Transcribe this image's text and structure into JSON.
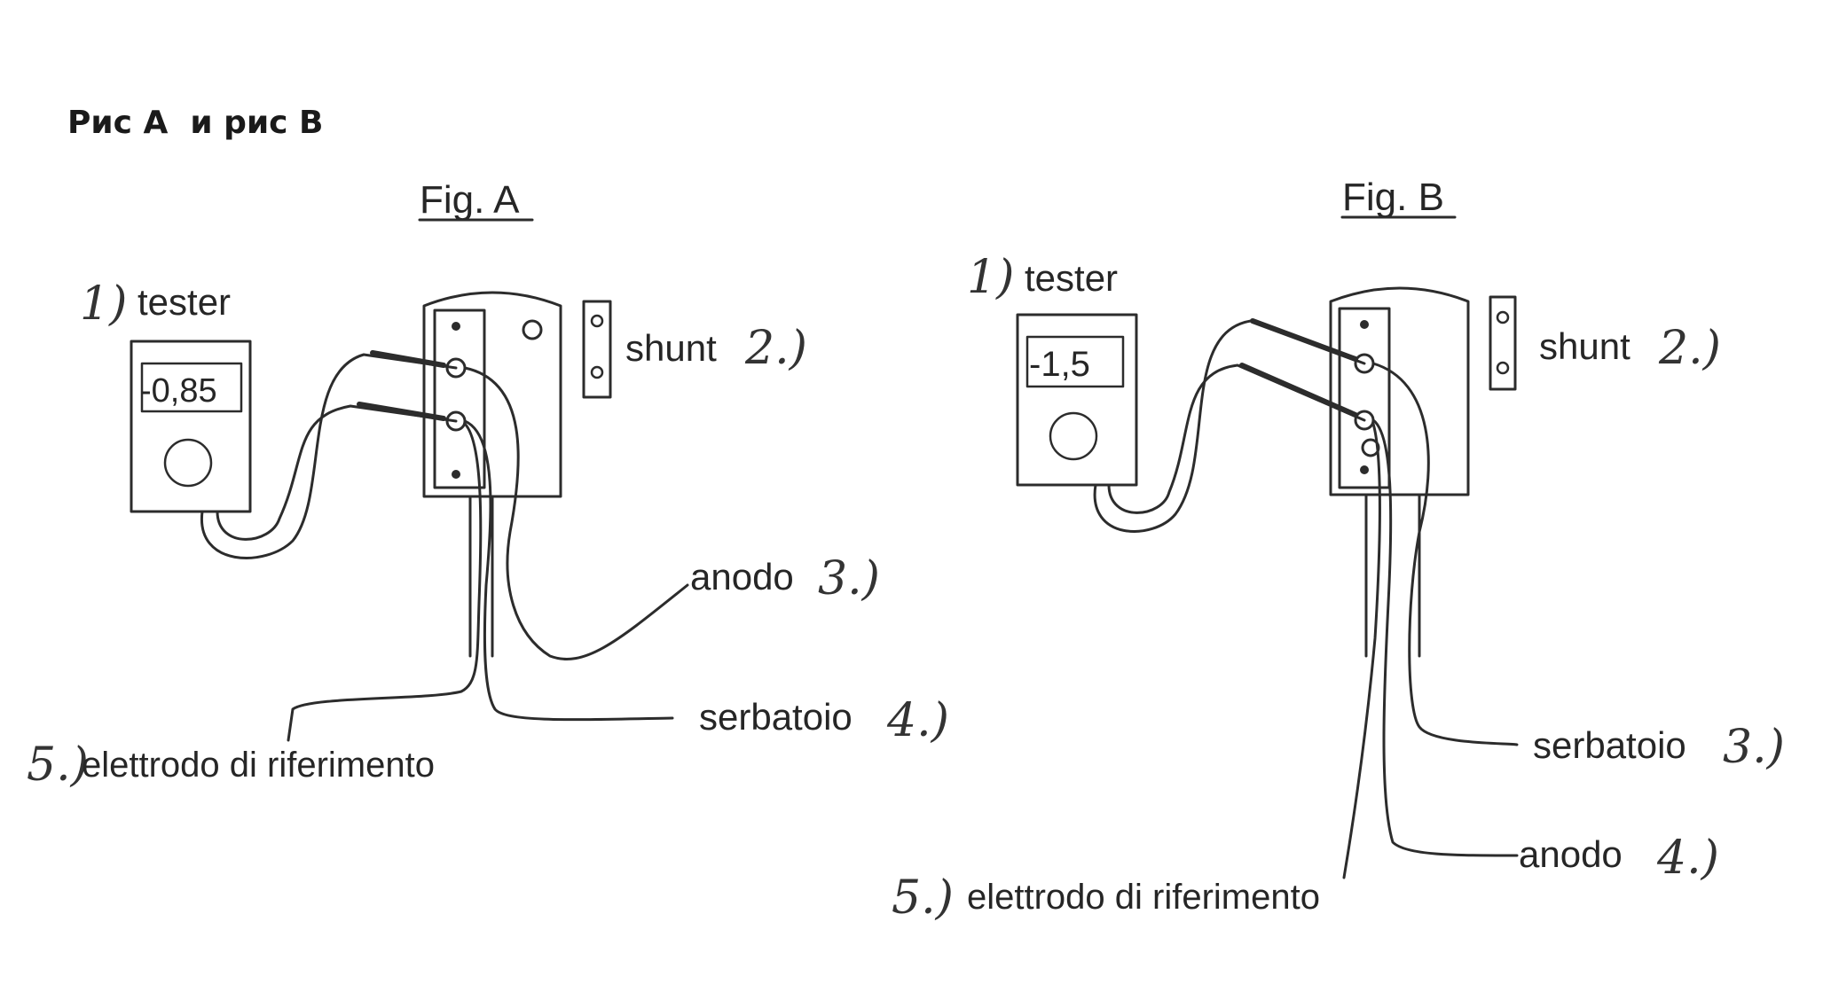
{
  "heading": "Рис А  и рис В",
  "colors": {
    "ink": "#2c2c2c",
    "text": "#262626",
    "paper": "#ffffff"
  },
  "figures": [
    {
      "title": "Fig. A",
      "display_value": "-0,85",
      "labels": {
        "tester_num": "1)",
        "tester": "tester",
        "shunt": "shunt",
        "shunt_num": "2.)",
        "anodo": "anodo",
        "anodo_num": "3.)",
        "serbatoio": "serbatoio",
        "serbatoio_num": "4.)",
        "elettrodo_num": "5.)",
        "elettrodo": "elettrodo di riferimento"
      }
    },
    {
      "title": "Fig. B",
      "display_value": "-1,5",
      "labels": {
        "tester_num": "1)",
        "tester": "tester",
        "shunt": "shunt",
        "shunt_num": "2.)",
        "serbatoio": "serbatoio",
        "serbatoio_num": "3.)",
        "anodo": "anodo",
        "anodo_num": "4.)",
        "elettrodo_num": "5.)",
        "elettrodo": "elettrodo di riferimento"
      }
    }
  ]
}
